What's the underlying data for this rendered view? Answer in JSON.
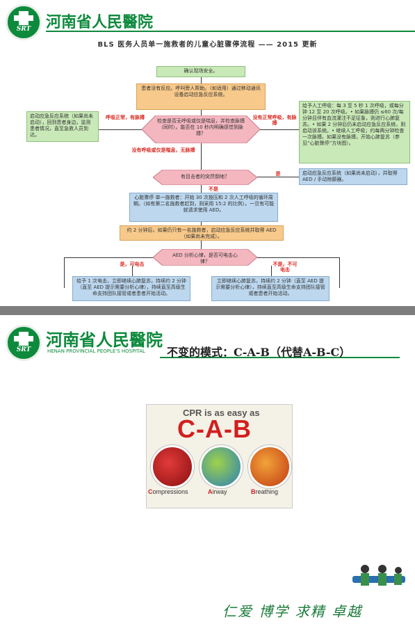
{
  "hospital_name": "河南省人民醫院",
  "hospital_english": "HENAN PROVINCIAL PEOPLE'S HOSPITAL",
  "logo_text": "SRT",
  "slide1": {
    "flow_title": "BLS 医务人员单一施救者的儿童心脏骤停流程 —— 2015 更新",
    "step1": "确认现场安全。",
    "step2": "患者没有反应。呼叫旁人帮助。（如适用）通过移动通讯设备启动应急反应系统。",
    "left_box": "启动应急反应系统（如果尚未启动），回到患者身边，监测患者情况，直至急救人员到达。",
    "right_box": "给予人工呼吸：每 3 至 5 秒 1 次呼吸，或每分钟 12 至 20 次呼吸。• 如果脉搏仍 ≤60 次/每分钟且伴有血流灌注不足征象，则进行心肺复苏。• 如果 2 分钟后仍未启动应急反应系统，则启动该系统。• 继续人工呼吸；约每两分钟检查一次脉搏。如果没有脉搏，开始心肺复苏（参见“心脏骤停”方块图）。",
    "diamond1": "检查是否无呼吸或仅是喘息，并检查脉搏（同时）。能否在 10 秒内明确感觉到脉搏？",
    "label_left": "呼吸正常，有脉搏",
    "label_right": "没有正常呼吸，有脉搏",
    "label_down": "没有呼吸或仅是喘息，无脉搏",
    "diamond2": "有目击者的突然倒地？",
    "label_yes": "是",
    "label_no": "不是",
    "right_box2": "启动应急反应系统（如果尚未启动），并取得 AED / 手动除颤器。",
    "cpr_box": "心脏骤停 单一施救者：开始 30 次按压和 2 次人工呼吸的循环周期。（如有第二名施救者赶到，则采用 15:2 的比例）。一旦有可能就请求使用 AED。",
    "two_min_box": "约 2 分钟后，如果仍只有一名施救者，启动应急反应系统并取得 AED（如果尚未完成）。",
    "diamond3": "AED 分析心律，是否可电击心律？",
    "label_shock": "是，可电击",
    "label_noshock": "不是，不可电击",
    "shock_box": "给予 1 次电击，立即继续心肺复苏，持续约 2 分钟（直至 AED 提示需要分析心律），持续直至高级生命支持团队接管或者患者开始活动。",
    "noshock_box": "立即继续心肺复苏，持续约 2 分钟（直至 AED 提示需要分析心律），持续直至高级生命支持团队接管或者患者开始活动。"
  },
  "slide2": {
    "title": "不变的模式：C-A-B（代替A-B-C）",
    "cab_caption_top": "CPR is as easy as",
    "cab_big": "C-A-B",
    "labels": [
      {
        "initial": "C",
        "rest": "ompressions"
      },
      {
        "initial": "A",
        "rest": "irway"
      },
      {
        "initial": "B",
        "rest": "reathing"
      }
    ],
    "motto": "仁爱 博学 求精 卓越"
  },
  "colors": {
    "brand_green": "#0d8a3c",
    "accent_red": "#d21f1f"
  }
}
